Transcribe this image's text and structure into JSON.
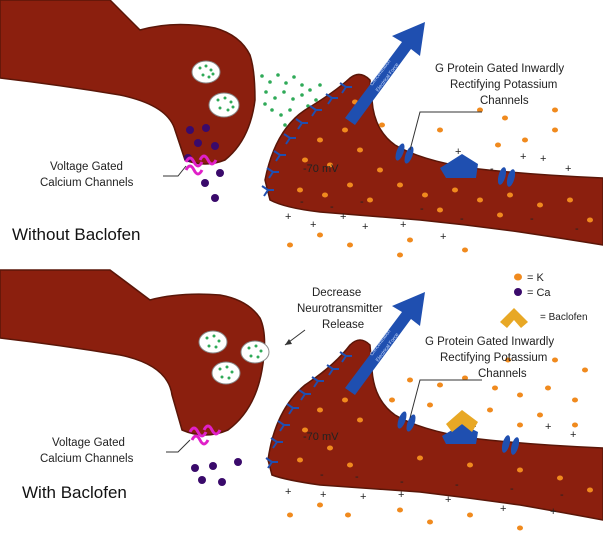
{
  "panels": {
    "top": {
      "title": "Without Baclofen",
      "calcium_label_line1": "Voltage Gated",
      "calcium_label_line2": "Calcium Channels",
      "potassium_label_line1": "G Protein Gated Inwardly",
      "potassium_label_line2": "Rectifying Potassium",
      "potassium_label_line3": "Channels",
      "membrane_potential": "-70 mV",
      "arrow_text_line1": "Concentration",
      "arrow_text_line2": "Electrical Force"
    },
    "bottom": {
      "title": "With Baclofen",
      "calcium_label_line1": "Voltage Gated",
      "calcium_label_line2": "Calcium Channels",
      "decrease_line1": "Decrease",
      "decrease_line2": "Neurotransmitter",
      "decrease_line3": "Release",
      "potassium_label_line1": "G Protein Gated Inwardly",
      "potassium_label_line2": "Rectifying Potassium",
      "potassium_label_line3": "Channels",
      "membrane_potential": "-70 mV",
      "arrow_text_line1": "Concentration",
      "arrow_text_line2": "Electrical Force"
    }
  },
  "legend": {
    "k_label": "= K",
    "ca_label": "= Ca",
    "baclofen_label": "= Baclofen"
  },
  "colors": {
    "neuron": "#8b1f0e",
    "outline": "#5a1608",
    "potassium": "#f08a1e",
    "calcium": "#3a0a6b",
    "vesicle_dot": "#2faa58",
    "channel_blue": "#1f4fb0",
    "receptor_magenta": "#e020c8",
    "baclofen": "#e8a825"
  }
}
